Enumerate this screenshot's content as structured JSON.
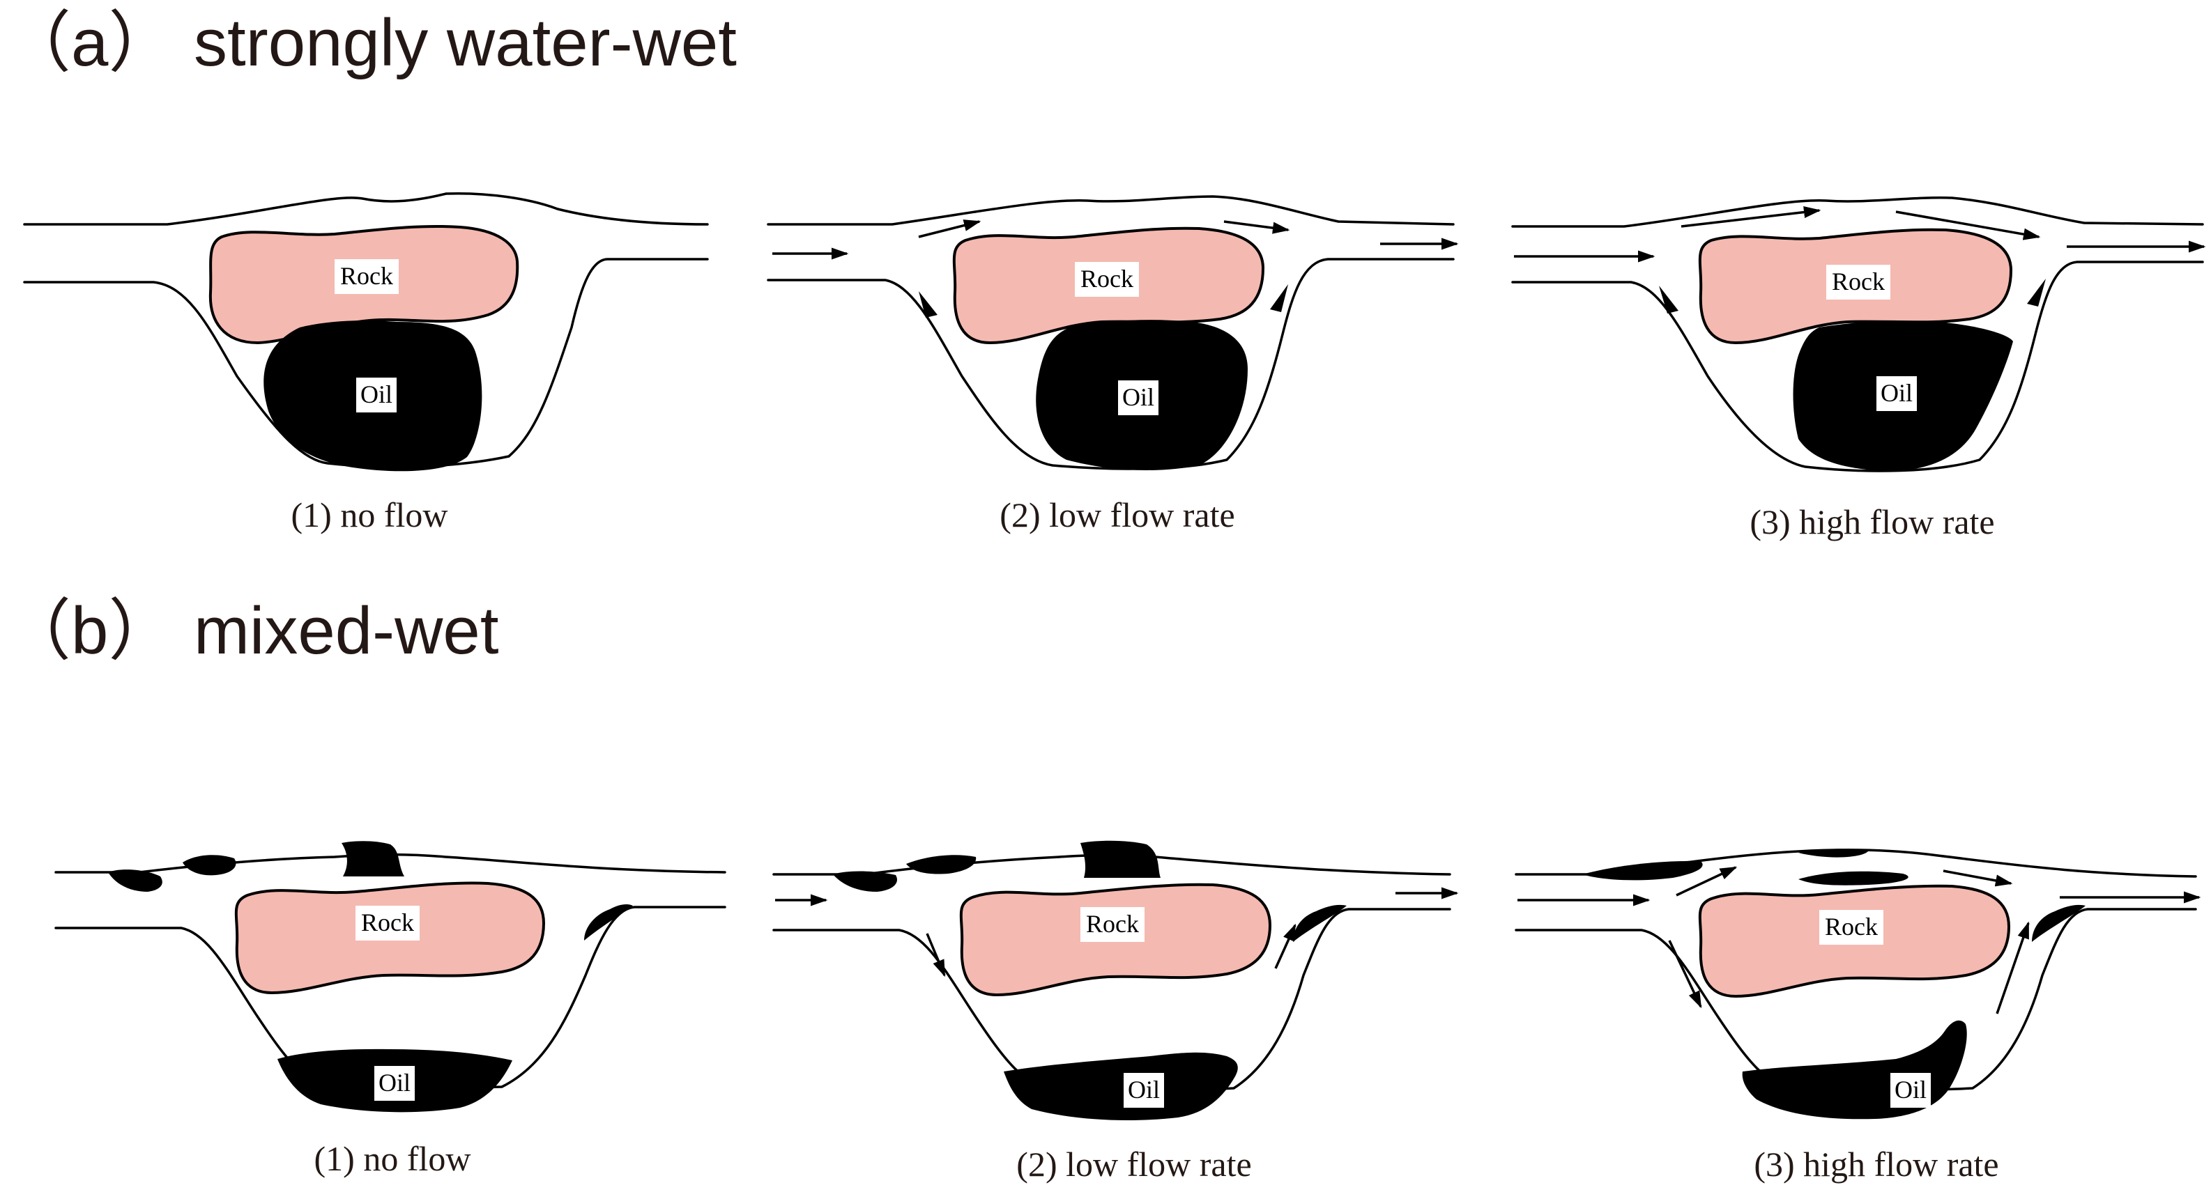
{
  "colors": {
    "rock": "#f4b9b0",
    "oil": "#000000",
    "line": "#000000",
    "title": "#231815"
  },
  "sections": [
    {
      "title": "（a） strongly water-wet",
      "panels": [
        {
          "rock_label": "Rock",
          "oil_label": "Oil",
          "caption": "(1) no flow"
        },
        {
          "rock_label": "Rock",
          "oil_label": "Oil",
          "caption": "(2) low flow rate"
        },
        {
          "rock_label": "Rock",
          "oil_label": "Oil",
          "caption": "(3) high flow rate"
        }
      ]
    },
    {
      "title": "（b） mixed-wet",
      "panels": [
        {
          "rock_label": "Rock",
          "oil_label": "Oil",
          "caption": "(1) no flow"
        },
        {
          "rock_label": "Rock",
          "oil_label": "Oil",
          "caption": "(2) low flow rate"
        },
        {
          "rock_label": "Rock",
          "oil_label": "Oil",
          "caption": "(3) high flow rate"
        }
      ]
    }
  ]
}
